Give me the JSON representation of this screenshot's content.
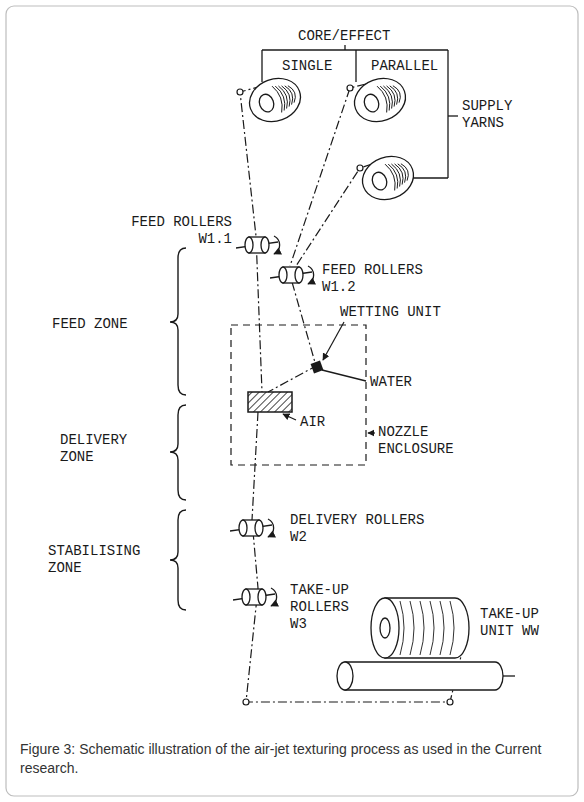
{
  "diagram": {
    "caption": "Figure 3: Schematic illustration of the air-jet texturing process as used in the Current research.",
    "nodes": [
      {
        "text": [
          "NOZZLE ENCLOSURE"
        ]
      }
    ],
    "labels": [
      "CORE/EFFECT",
      "SINGLE",
      "PARALLEL",
      "SUPPLY YARNS",
      "FEED ROLLERS W1.1",
      "FEED ROLLERS W1.2",
      "FEED ZONE",
      "WETTING UNIT",
      "WATER",
      "AIR",
      "DELIVERY ZONE",
      "DELIVERY ROLLERS W2",
      "STABILISING ZONE",
      "TAKE-UP ROLLERS W3",
      "TAKE-UP UNIT WW"
    ]
  }
}
